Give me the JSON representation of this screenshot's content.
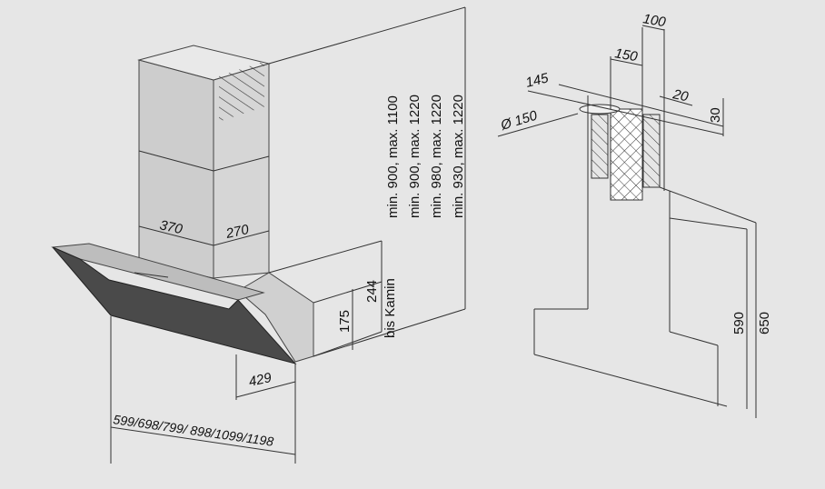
{
  "left_view": {
    "width_370": "370",
    "depth_270": "270",
    "height_range_lines": [
      "min. 900, max. 1100",
      "min. 900, max. 1220",
      "min. 980, max. 1220",
      "min. 930, max. 1220"
    ],
    "height_244": "244",
    "bis_kamin": "bis Kamin",
    "height_175": "175",
    "depth_429": "429",
    "widths": "599/698/799/ 898/1099/1198"
  },
  "right_view": {
    "dim_100": "100",
    "dim_150": "150",
    "dim_145": "145",
    "dim_20": "20",
    "dim_30": "30",
    "diameter": "Ø 150",
    "dim_590": "590",
    "dim_650": "650"
  },
  "colors": {
    "background": "#e6e6e6",
    "steel": "#c8c8c8",
    "glass": "#4a4a4a"
  }
}
